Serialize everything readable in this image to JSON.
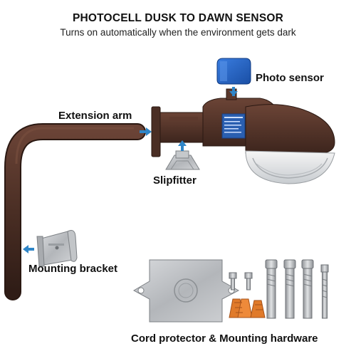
{
  "header": {
    "title": "PHOTOCELL DUSK TO DAWN SENSOR",
    "subtitle": "Turns on automatically when the environment gets dark"
  },
  "labels": {
    "photo_sensor": "Photo sensor",
    "extension_arm": "Extension arm",
    "slipfitter": "Slipfitter",
    "mounting_bracket": "Mounting bracket",
    "cord_protector": "Cord protector & Mounting hardware"
  },
  "colors": {
    "arm_bronze": "#4a2e24",
    "sensor_blue": "#1f5fbf",
    "arrow_blue": "#2f86c8",
    "metal": "#b9bcc0",
    "wire_nut": "#e07a2a"
  }
}
